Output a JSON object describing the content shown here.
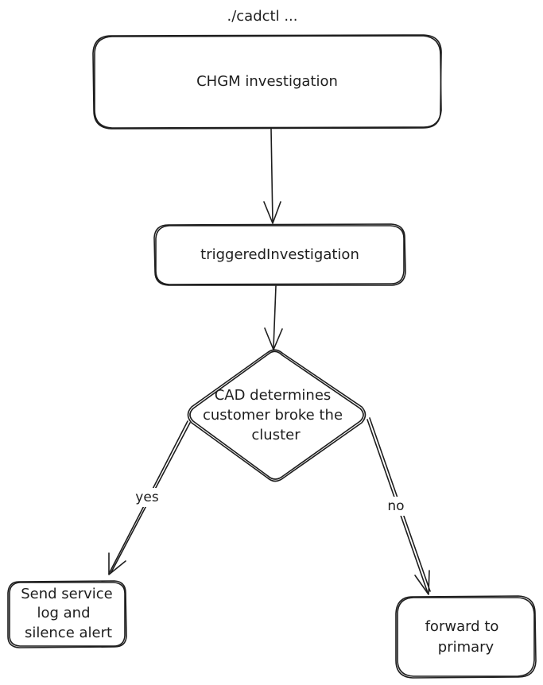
{
  "diagram": {
    "header_text": "./cadctl ...",
    "nodes": {
      "chgm": {
        "label": "CHGM investigation"
      },
      "triggered": {
        "label": "triggeredInvestigation"
      },
      "decision": {
        "lines": [
          "CAD determines",
          "customer broke the",
          "cluster"
        ]
      },
      "send_log": {
        "lines": [
          "Send service",
          "log and",
          "silence alert"
        ]
      },
      "forward": {
        "lines": [
          "forward to",
          "primary"
        ]
      }
    },
    "edges": {
      "yes_label": "yes",
      "no_label": "no"
    }
  }
}
